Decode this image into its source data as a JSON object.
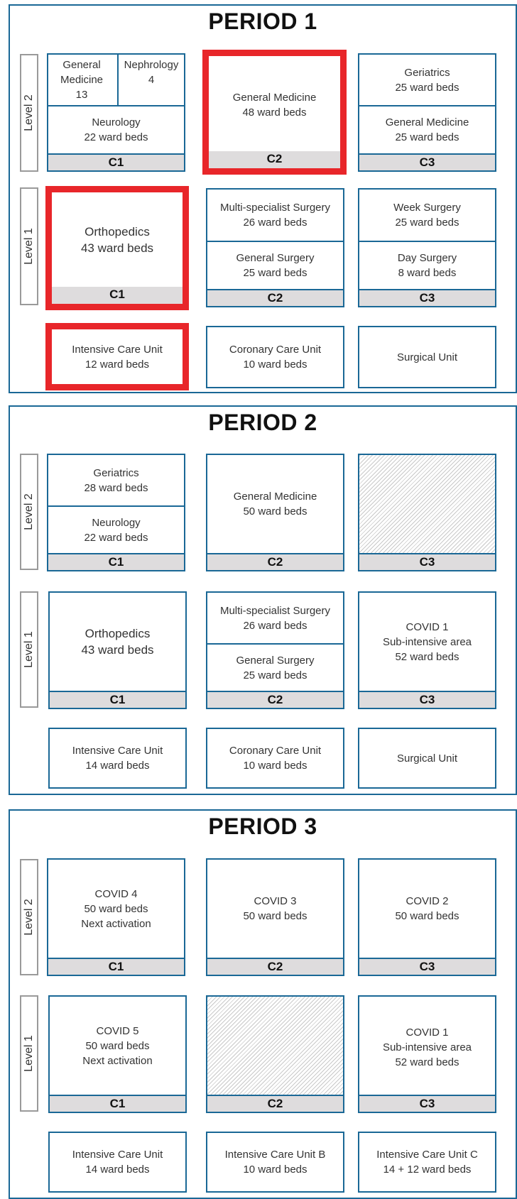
{
  "colors": {
    "border": "#1a6896",
    "highlight": "#e8262a",
    "label_bg": "#dedcdd"
  },
  "periods": [
    {
      "title": "PERIOD 1",
      "level_labels": [
        "Level 2",
        "Level 1"
      ],
      "level2": {
        "c1": {
          "top_left": [
            "General",
            "Medicine",
            "13"
          ],
          "top_right": [
            "Nephrology",
            "4"
          ],
          "bottom": [
            "Neurology",
            "22 ward beds"
          ],
          "label": "C1"
        },
        "c2": {
          "text": [
            "General Medicine",
            "48 ward beds"
          ],
          "label": "C2"
        },
        "c3": {
          "top": [
            "Geriatrics",
            "25 ward beds"
          ],
          "bottom": [
            "General Medicine",
            "25 ward beds"
          ],
          "label": "C3"
        }
      },
      "level1": {
        "c1": {
          "text": [
            "Orthopedics",
            "43 ward beds"
          ],
          "label": "C1"
        },
        "c2": {
          "top": [
            "Multi-specialist Surgery",
            "26 ward beds"
          ],
          "bottom": [
            "General Surgery",
            "25 ward beds"
          ],
          "label": "C2"
        },
        "c3": {
          "top": [
            "Week Surgery",
            "25 ward beds"
          ],
          "bottom": [
            "Day Surgery",
            "8 ward beds"
          ],
          "label": "C3"
        }
      },
      "units": [
        [
          "Intensive Care Unit",
          "12 ward beds"
        ],
        [
          "Coronary Care Unit",
          "10 ward beds"
        ],
        [
          "Surgical Unit"
        ]
      ]
    },
    {
      "title": "PERIOD 2",
      "level_labels": [
        "Level 2",
        "Level 1"
      ],
      "level2": {
        "c1": {
          "top": [
            "Geriatrics",
            "28 ward beds"
          ],
          "bottom": [
            "Neurology",
            "22 ward beds"
          ],
          "label": "C1"
        },
        "c2": {
          "text": [
            "General Medicine",
            "50 ward beds"
          ],
          "label": "C2"
        },
        "c3": {
          "label": "C3"
        }
      },
      "level1": {
        "c1": {
          "text": [
            "Orthopedics",
            "43 ward beds"
          ],
          "label": "C1"
        },
        "c2": {
          "top": [
            "Multi-specialist Surgery",
            "26 ward beds"
          ],
          "bottom": [
            "General Surgery",
            "25 ward beds"
          ],
          "label": "C2"
        },
        "c3": {
          "text": [
            "COVID 1",
            "Sub-intensive area",
            "52 ward beds"
          ],
          "label": "C3"
        }
      },
      "units": [
        [
          "Intensive Care Unit",
          "14 ward beds"
        ],
        [
          "Coronary Care Unit",
          "10 ward beds"
        ],
        [
          "Surgical Unit"
        ]
      ]
    },
    {
      "title": "PERIOD 3",
      "level_labels": [
        "Level 2",
        "Level 1"
      ],
      "level2": {
        "c1": {
          "text": [
            "COVID 4",
            "50 ward beds",
            "Next activation"
          ],
          "label": "C1"
        },
        "c2": {
          "text": [
            "COVID 3",
            "50 ward beds"
          ],
          "label": "C2"
        },
        "c3": {
          "text": [
            "COVID 2",
            "50 ward beds"
          ],
          "label": "C3"
        }
      },
      "level1": {
        "c1": {
          "text": [
            "COVID 5",
            "50 ward beds",
            "Next activation"
          ],
          "label": "C1"
        },
        "c2": {
          "label": "C2"
        },
        "c3": {
          "text": [
            "COVID 1",
            "Sub-intensive area",
            "52 ward beds"
          ],
          "label": "C3"
        }
      },
      "units": [
        [
          "Intensive Care Unit",
          "14 ward beds"
        ],
        [
          "Intensive Care Unit B",
          "10 ward beds"
        ],
        [
          "Intensive Care Unit C",
          "14 + 12 ward beds"
        ]
      ]
    }
  ]
}
